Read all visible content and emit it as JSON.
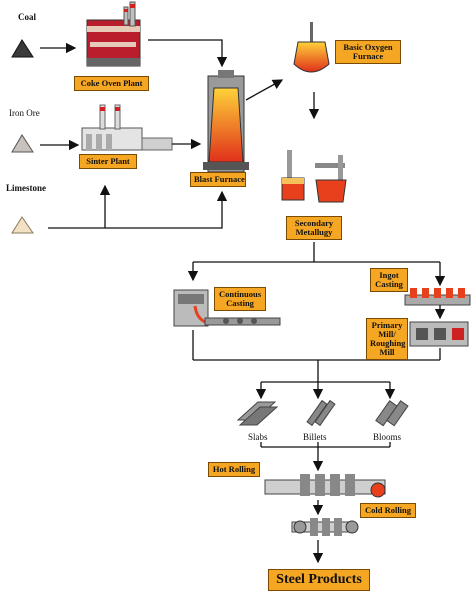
{
  "raw_materials": {
    "coal": "Coal",
    "iron_ore": "Iron Ore",
    "limestone": "Limestone"
  },
  "plants": {
    "coke_oven": "Coke Oven Plant",
    "sinter": "Sinter Plant",
    "blast_furnace": "Blast Furnace",
    "bof_line1": "Basic Oxygen",
    "bof_line2": "Furnace",
    "secondary_line1": "Secondary",
    "secondary_line2": "Metallugy",
    "continuous_line1": "Continuous",
    "continuous_line2": "Casting",
    "ingot_line1": "Ingot",
    "ingot_line2": "Casting",
    "primary_line1": "Primary",
    "primary_line2": "Mill/",
    "primary_line3": "Roughing",
    "primary_line4": "Mill"
  },
  "products": {
    "slabs": "Slabs",
    "billets": "Billets",
    "blooms": "Blooms"
  },
  "rolling": {
    "hot": "Hot Rolling",
    "cold": "Cold Rolling"
  },
  "final": "Steel Products",
  "colors": {
    "box": "#f5a623",
    "arrow": "#111111",
    "molten": "#e8401c"
  }
}
